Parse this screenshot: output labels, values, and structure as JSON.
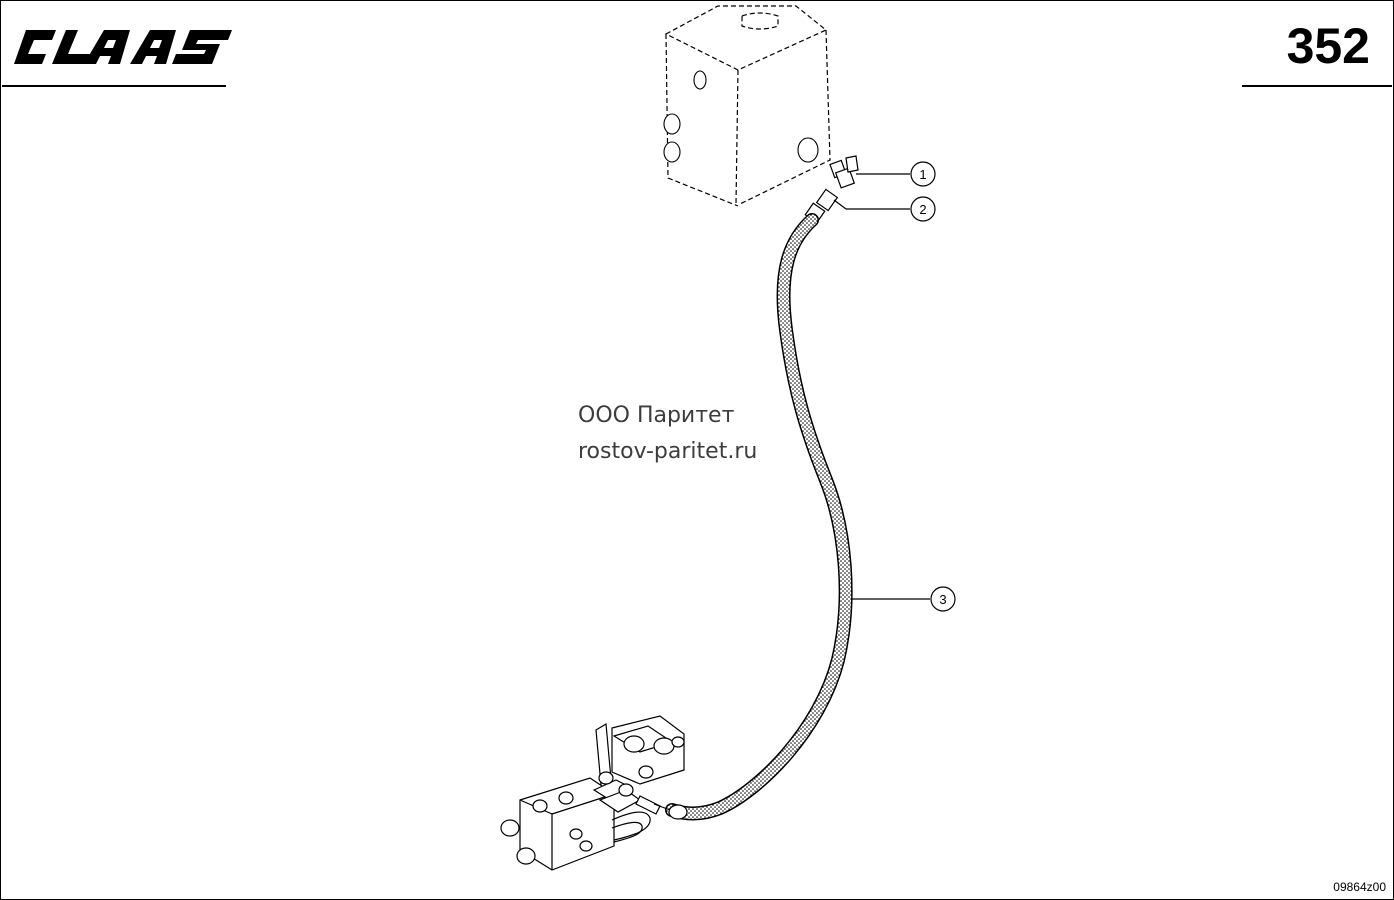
{
  "header": {
    "brand_logo_text": "CLAAS",
    "page_number": "352"
  },
  "callouts": [
    {
      "number": "1"
    },
    {
      "number": "2"
    },
    {
      "number": "3"
    }
  ],
  "watermark": {
    "line1": "ООО Паритет",
    "line2": "rostov-paritet.ru"
  },
  "footer": {
    "drawing_code": "09864z00"
  },
  "icons": {
    "tank": "hydraulic-tank-icon",
    "elbow": "elbow-fitting-icon",
    "adapter": "straight-adapter-icon",
    "hose": "hydraulic-hose-icon",
    "valve": "valve-block-icon"
  }
}
